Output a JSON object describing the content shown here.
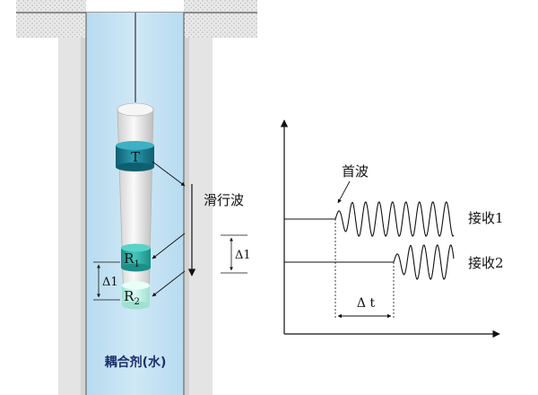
{
  "borehole": {
    "coupling_label": "耦合剂(水)",
    "transmitter_label": "T",
    "receiver1_label": "R",
    "receiver1_sub": "1",
    "receiver2_label": "R",
    "receiver2_sub": "2",
    "spacing_label": "Δ1"
  },
  "wave_path": {
    "label": "滑行波",
    "spacing_label": "Δ1"
  },
  "waveform": {
    "first_arrival_label": "首波",
    "receiver1_label": "接收1",
    "receiver2_label": "接收2",
    "delta_t_label": "Δ t"
  },
  "colors": {
    "formation_fill": "#e5e5e5",
    "water": "#bfe0f2",
    "probe": "#ececec",
    "transmitter": "#1e7f92",
    "receiver1": "#2eb0a6",
    "receiver2": "#bff1e3"
  }
}
